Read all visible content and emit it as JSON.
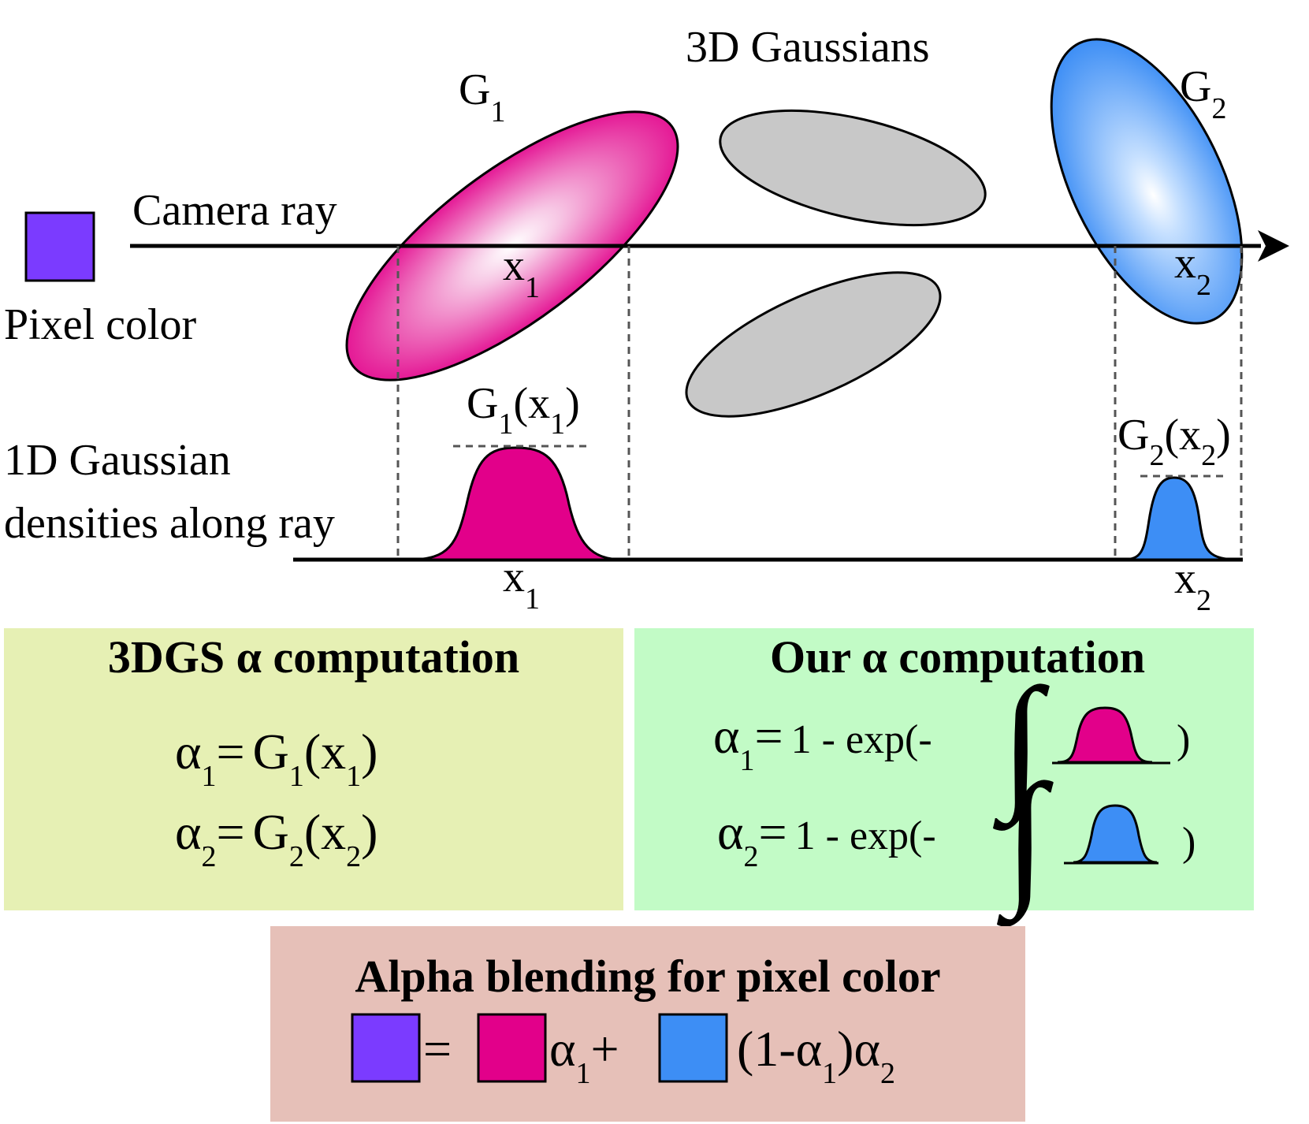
{
  "labels": {
    "title": "3D Gaussians",
    "camera_ray": "Camera ray",
    "pixel_color": "Pixel color",
    "densities_line1": "1D Gaussian",
    "densities_line2": "densities along ray",
    "g1": "G",
    "g1_sub": "1",
    "g2": "G",
    "g2_sub": "2",
    "x": "x",
    "sub1": "1",
    "sub2": "2",
    "g1x1_a": "G",
    "g1x1_b": "(x",
    "g1x1_c": ")",
    "g2x2_a": "G",
    "g2x2_b": "(x",
    "g2x2_c": ")"
  },
  "boxes": {
    "left": {
      "heading": "3DGS α computation",
      "eq1": {
        "alpha": "α",
        "sub": "1",
        "eqsign": "=",
        "g": "G",
        "gsub": "1",
        "open": "(x",
        "xsub": "1",
        "close": ")"
      },
      "eq2": {
        "alpha": "α",
        "sub": "2",
        "eqsign": "=",
        "g": "G",
        "gsub": "2",
        "open": "(x",
        "xsub": "2",
        "close": ")"
      }
    },
    "right": {
      "heading": "Our α computation",
      "eq1": {
        "alpha": "α",
        "sub": "1",
        "eqsign": "=",
        "rest": "1 - exp(-",
        "close": ")"
      },
      "eq2": {
        "alpha": "α",
        "sub": "2",
        "eqsign": "=",
        "rest": "1 - exp(-",
        "close": ")"
      }
    },
    "bottom": {
      "heading": "Alpha blending for pixel color",
      "eqsign": "=",
      "alpha": "α",
      "sub1": "1",
      "sub2": "2",
      "plus": "+",
      "paren_open": "(1-",
      "paren_close": ")"
    }
  },
  "colors": {
    "magenta": "#E2008A",
    "blue": "#3D8EF5",
    "purple": "#7B3BFF",
    "gray": "#C8C8C8",
    "box_left": "#E6F0B4",
    "box_right": "#C2FBC6",
    "box_bottom": "#E6C0B8"
  }
}
